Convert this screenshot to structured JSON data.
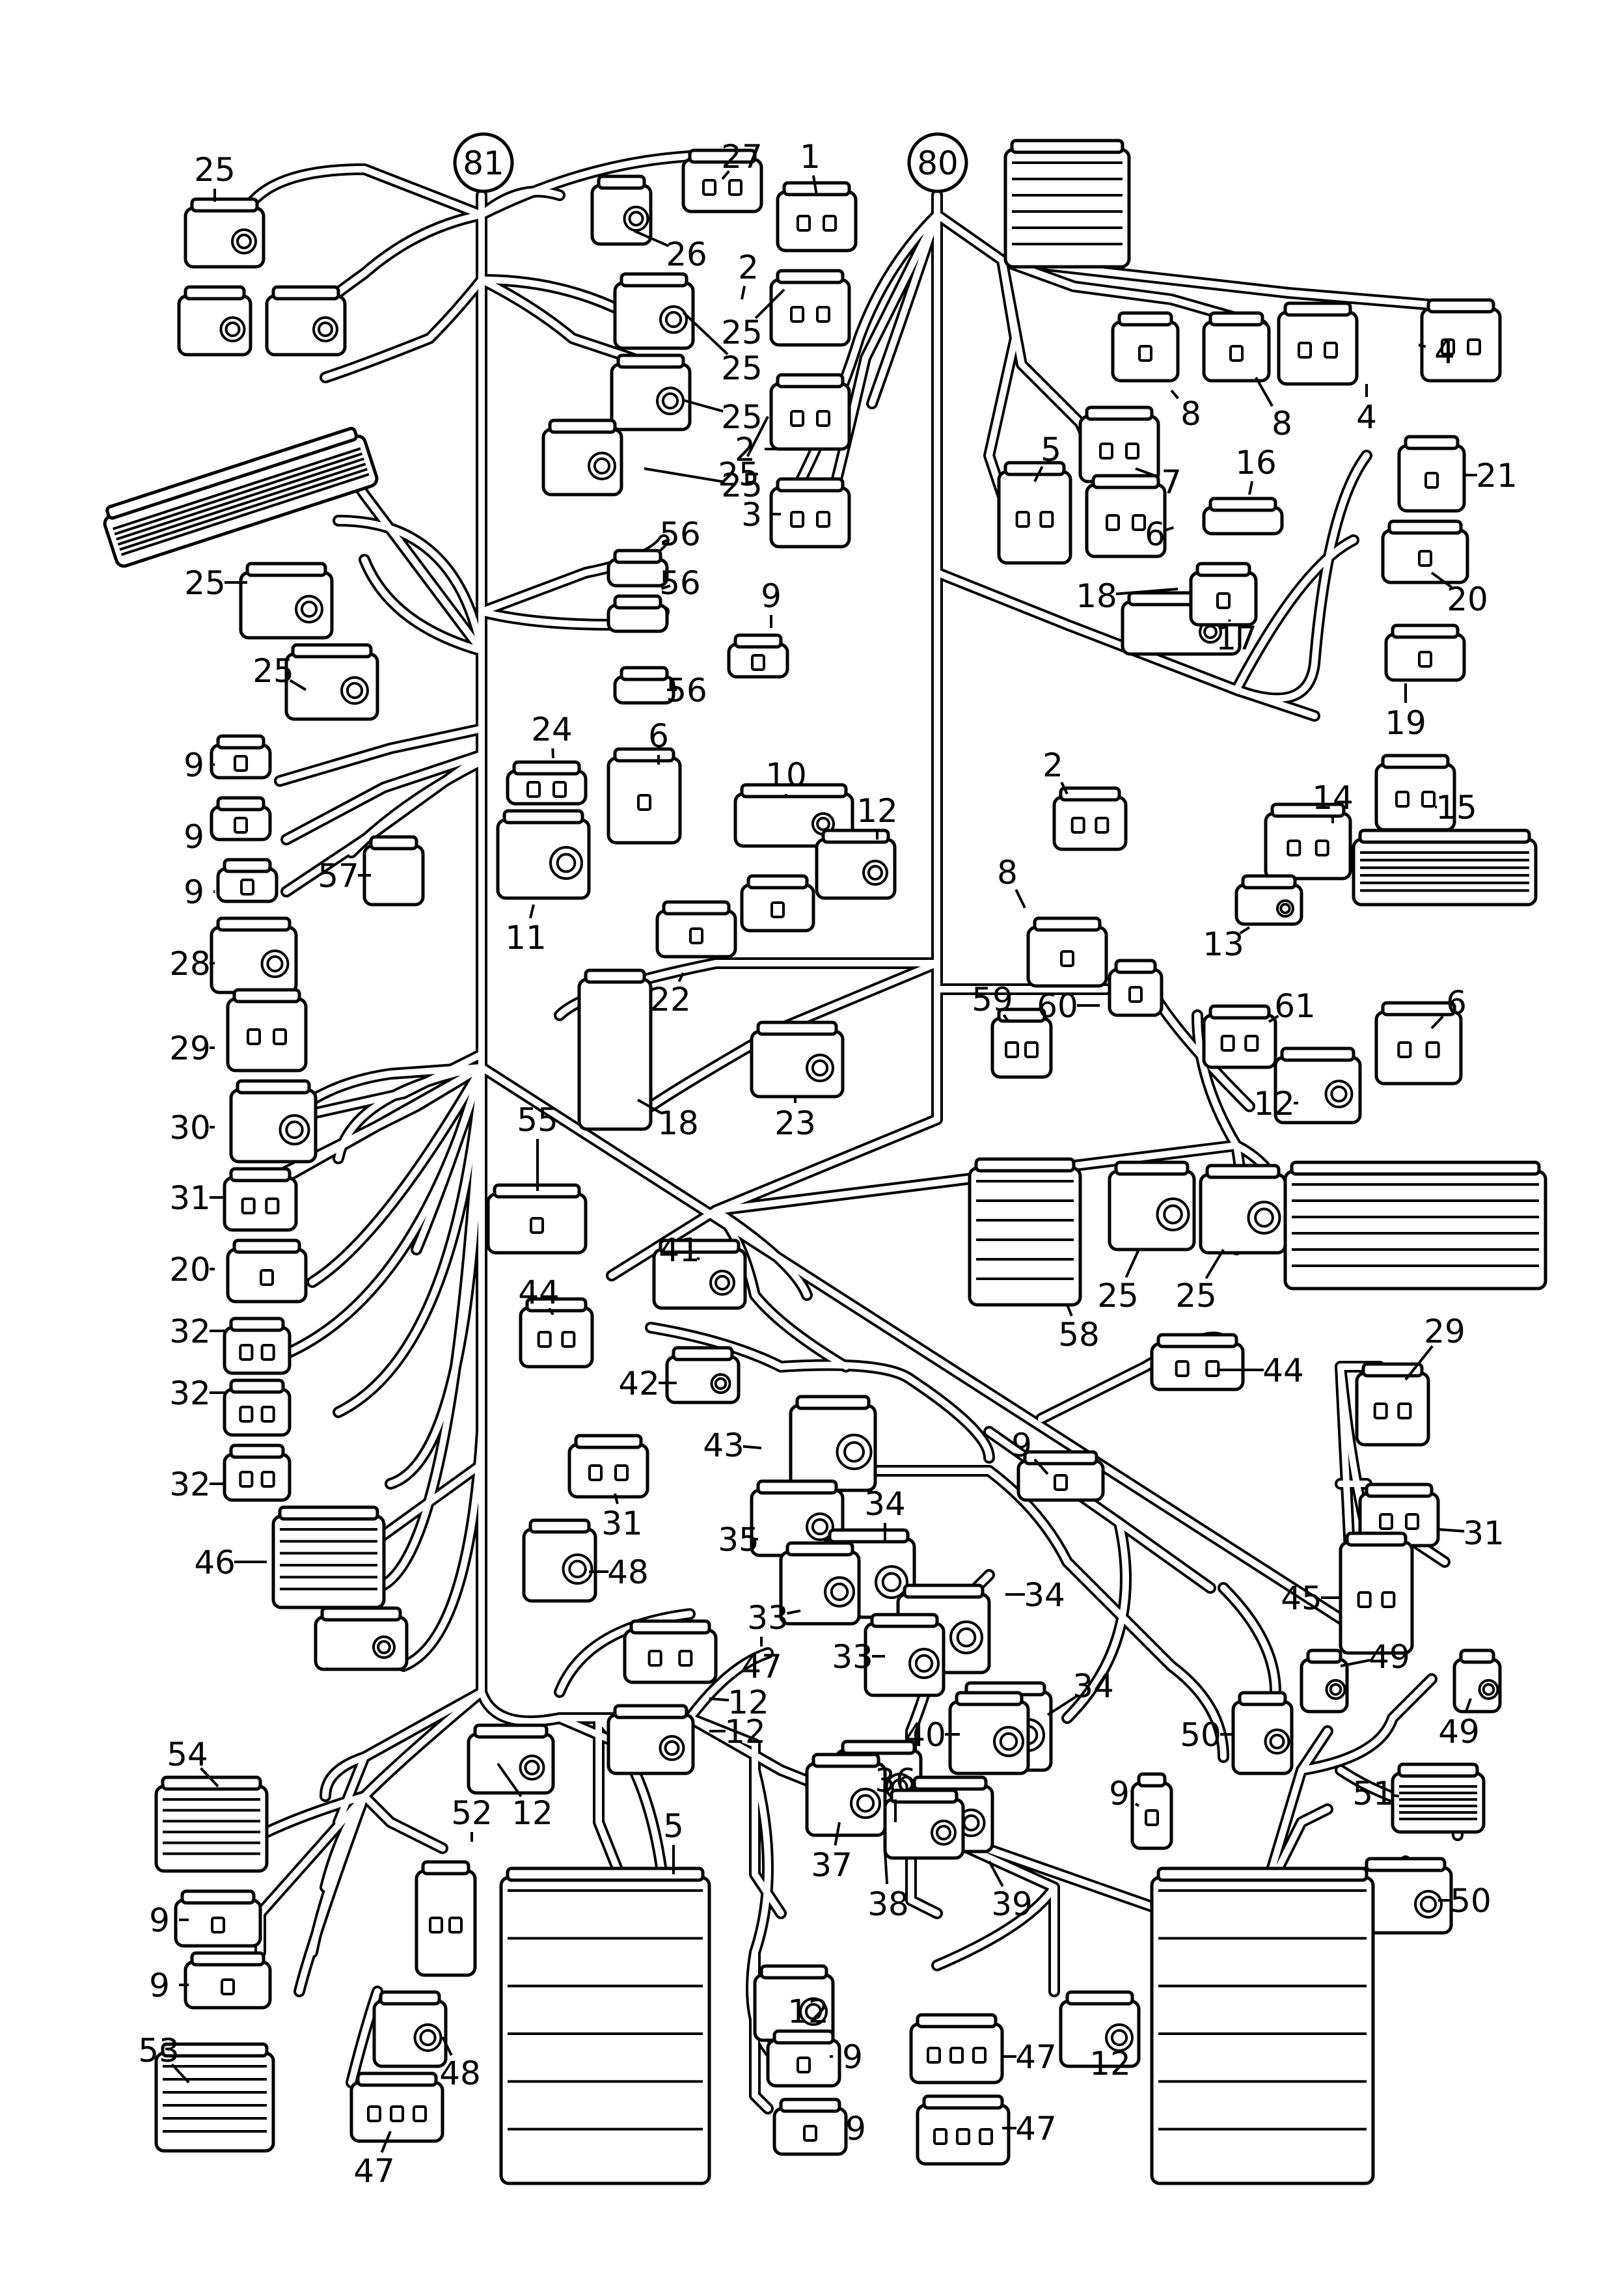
{
  "diagram": {
    "reference_circles": [
      "81",
      "80"
    ],
    "callouts": [
      "25",
      "27",
      "1",
      "25",
      "26",
      "2",
      "25",
      "25",
      "4",
      "25",
      "8",
      "8",
      "4",
      "2",
      "5",
      "7",
      "25",
      "16",
      "21",
      "3",
      "6",
      "56",
      "25",
      "20",
      "56",
      "18",
      "9",
      "17",
      "25",
      "56",
      "19",
      "24",
      "6",
      "10",
      "2",
      "14",
      "15",
      "9",
      "12",
      "9",
      "57",
      "9",
      "11",
      "13",
      "28",
      "22",
      "8",
      "61",
      "59",
      "60",
      "6",
      "29",
      "18",
      "23",
      "12",
      "30",
      "31",
      "55",
      "20",
      "41",
      "25",
      "25",
      "58",
      "44",
      "32",
      "42",
      "29",
      "43",
      "44",
      "32",
      "9",
      "31",
      "31",
      "32",
      "34",
      "35",
      "46",
      "48",
      "34",
      "45",
      "33",
      "33",
      "47",
      "12",
      "34",
      "49",
      "49",
      "50",
      "12",
      "40",
      "54",
      "36",
      "37",
      "38",
      "39",
      "9",
      "51",
      "12",
      "52",
      "5",
      "50",
      "9",
      "9",
      "12",
      "12",
      "47",
      "48",
      "53",
      "9",
      "9",
      "47",
      "47"
    ]
  }
}
